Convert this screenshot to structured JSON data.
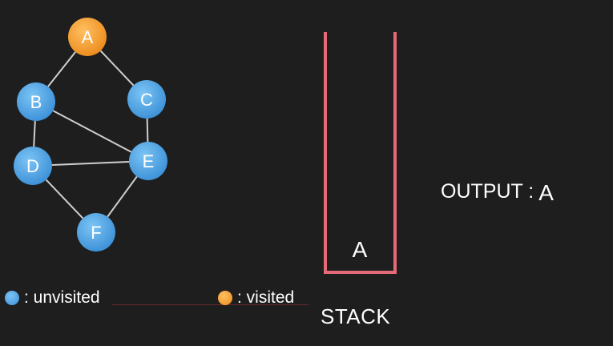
{
  "colors": {
    "unvisited": "#4aa3e6",
    "visited": "#f39a2b",
    "edge": "#cfcfcf",
    "stack": "#e46a78",
    "background": "#1e1e1e"
  },
  "graph": {
    "nodes": [
      {
        "id": "A",
        "label": "A",
        "state": "visited"
      },
      {
        "id": "B",
        "label": "B",
        "state": "unvisited"
      },
      {
        "id": "C",
        "label": "C",
        "state": "unvisited"
      },
      {
        "id": "D",
        "label": "D",
        "state": "unvisited"
      },
      {
        "id": "E",
        "label": "E",
        "state": "unvisited"
      },
      {
        "id": "F",
        "label": "F",
        "state": "unvisited"
      }
    ],
    "edges": [
      [
        "A",
        "B"
      ],
      [
        "A",
        "C"
      ],
      [
        "B",
        "D"
      ],
      [
        "B",
        "E"
      ],
      [
        "C",
        "E"
      ],
      [
        "D",
        "E"
      ],
      [
        "D",
        "F"
      ],
      [
        "E",
        "F"
      ]
    ]
  },
  "stack": {
    "caption": "STACK",
    "items": [
      "A"
    ]
  },
  "output": {
    "label": "OUTPUT :",
    "value": "A"
  },
  "legend": {
    "unvisited": ": unvisited",
    "visited": ": visited"
  }
}
